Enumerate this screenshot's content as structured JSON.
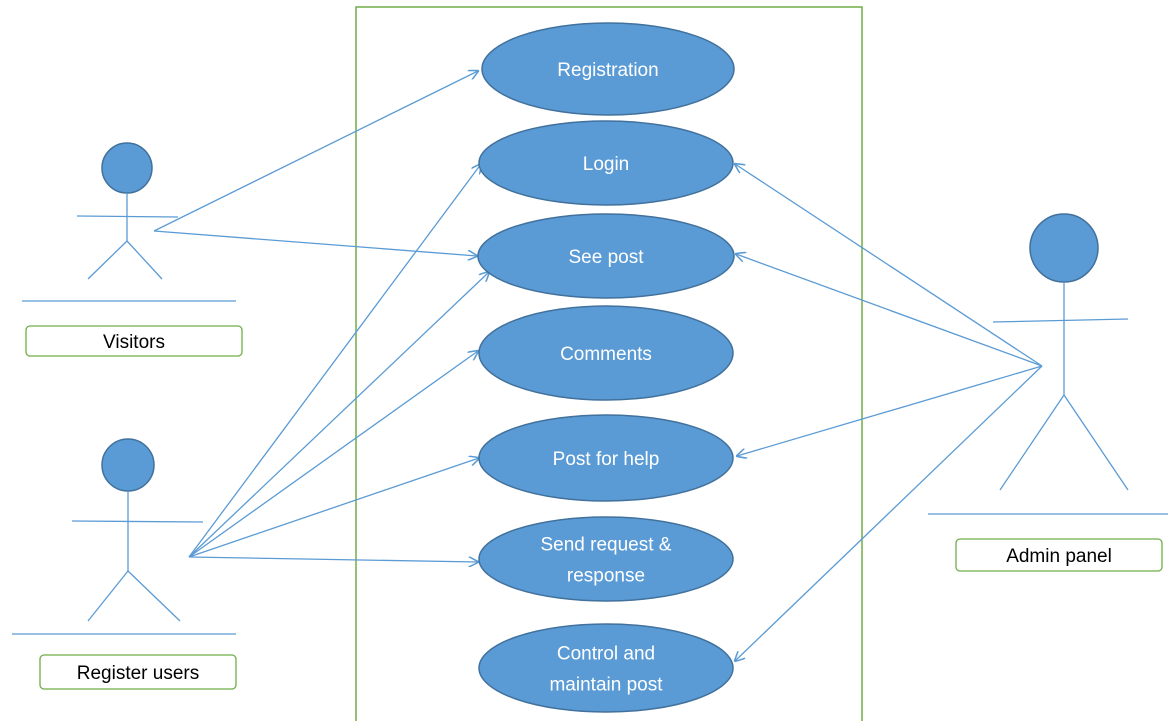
{
  "actors": [
    {
      "id": "visitors",
      "label": "Visitors"
    },
    {
      "id": "register-users",
      "label": "Register users"
    },
    {
      "id": "admin-panel",
      "label": "Admin panel"
    }
  ],
  "use_cases": [
    {
      "id": "registration",
      "lines": [
        "Registration"
      ]
    },
    {
      "id": "login",
      "lines": [
        "Login"
      ]
    },
    {
      "id": "see-post",
      "lines": [
        "See post"
      ]
    },
    {
      "id": "comments",
      "lines": [
        "Comments"
      ]
    },
    {
      "id": "post-for-help",
      "lines": [
        "Post for help"
      ]
    },
    {
      "id": "send-request-response",
      "lines": [
        "Send request &",
        "response"
      ]
    },
    {
      "id": "control-maintain-post",
      "lines": [
        "Control and",
        "maintain post"
      ]
    }
  ],
  "associations": [
    {
      "from": "visitors",
      "to": "registration"
    },
    {
      "from": "visitors",
      "to": "see-post"
    },
    {
      "from": "register-users",
      "to": "login"
    },
    {
      "from": "register-users",
      "to": "see-post"
    },
    {
      "from": "register-users",
      "to": "comments"
    },
    {
      "from": "register-users",
      "to": "post-for-help"
    },
    {
      "from": "register-users",
      "to": "send-request-response"
    },
    {
      "from": "admin-panel",
      "to": "login"
    },
    {
      "from": "admin-panel",
      "to": "see-post"
    },
    {
      "from": "admin-panel",
      "to": "post-for-help"
    },
    {
      "from": "admin-panel",
      "to": "control-maintain-post"
    }
  ],
  "colors": {
    "use_case_fill": "#5b9bd5",
    "use_case_stroke": "#41719c",
    "actor_stroke": "#5b9bd5",
    "boundary_stroke": "#70ad47",
    "label_box_stroke": "#70ad47",
    "arrow": "#5b9bd5"
  }
}
